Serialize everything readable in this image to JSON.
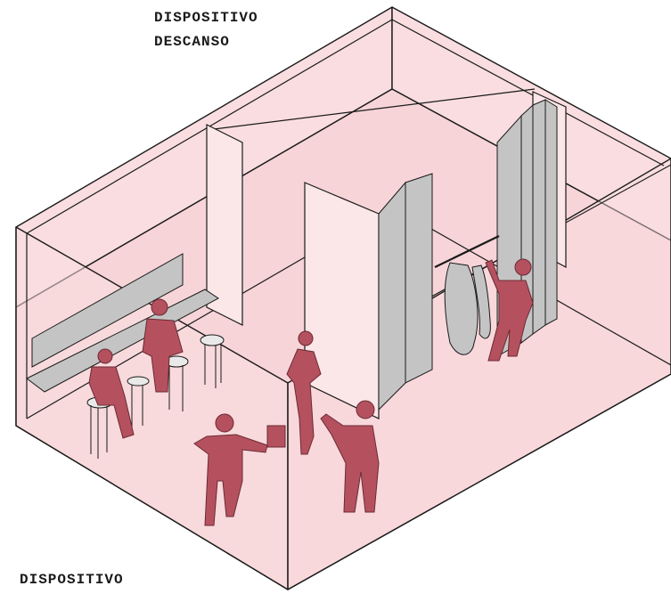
{
  "labels": {
    "top_line_1": "DISPOSITIVO",
    "top_line_2": "DESCANSO",
    "bottom": "DISPOSITIVO"
  },
  "colors": {
    "wall_fill": "#f9dde0",
    "floor_fill": "#f7d4d8",
    "partition_fill": "#fbe6e8",
    "panel_fill": "#c4c4c4",
    "figure_fill": "#b5515f",
    "line": "#1a1a1a"
  },
  "icons": [
    "person-figure",
    "stool",
    "folding-panel",
    "garment",
    "clothes-rack",
    "counter-shelf"
  ]
}
